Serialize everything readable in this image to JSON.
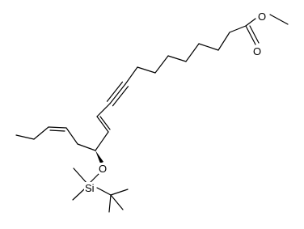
{
  "molecule": {
    "atom_labels": {
      "ester_oxygen": "O",
      "carbonyl_oxygen": "O",
      "silyl_ether_oxygen": "O",
      "silicon": "Si"
    }
  },
  "colors": {
    "bond": "#000000",
    "background": "#ffffff"
  }
}
